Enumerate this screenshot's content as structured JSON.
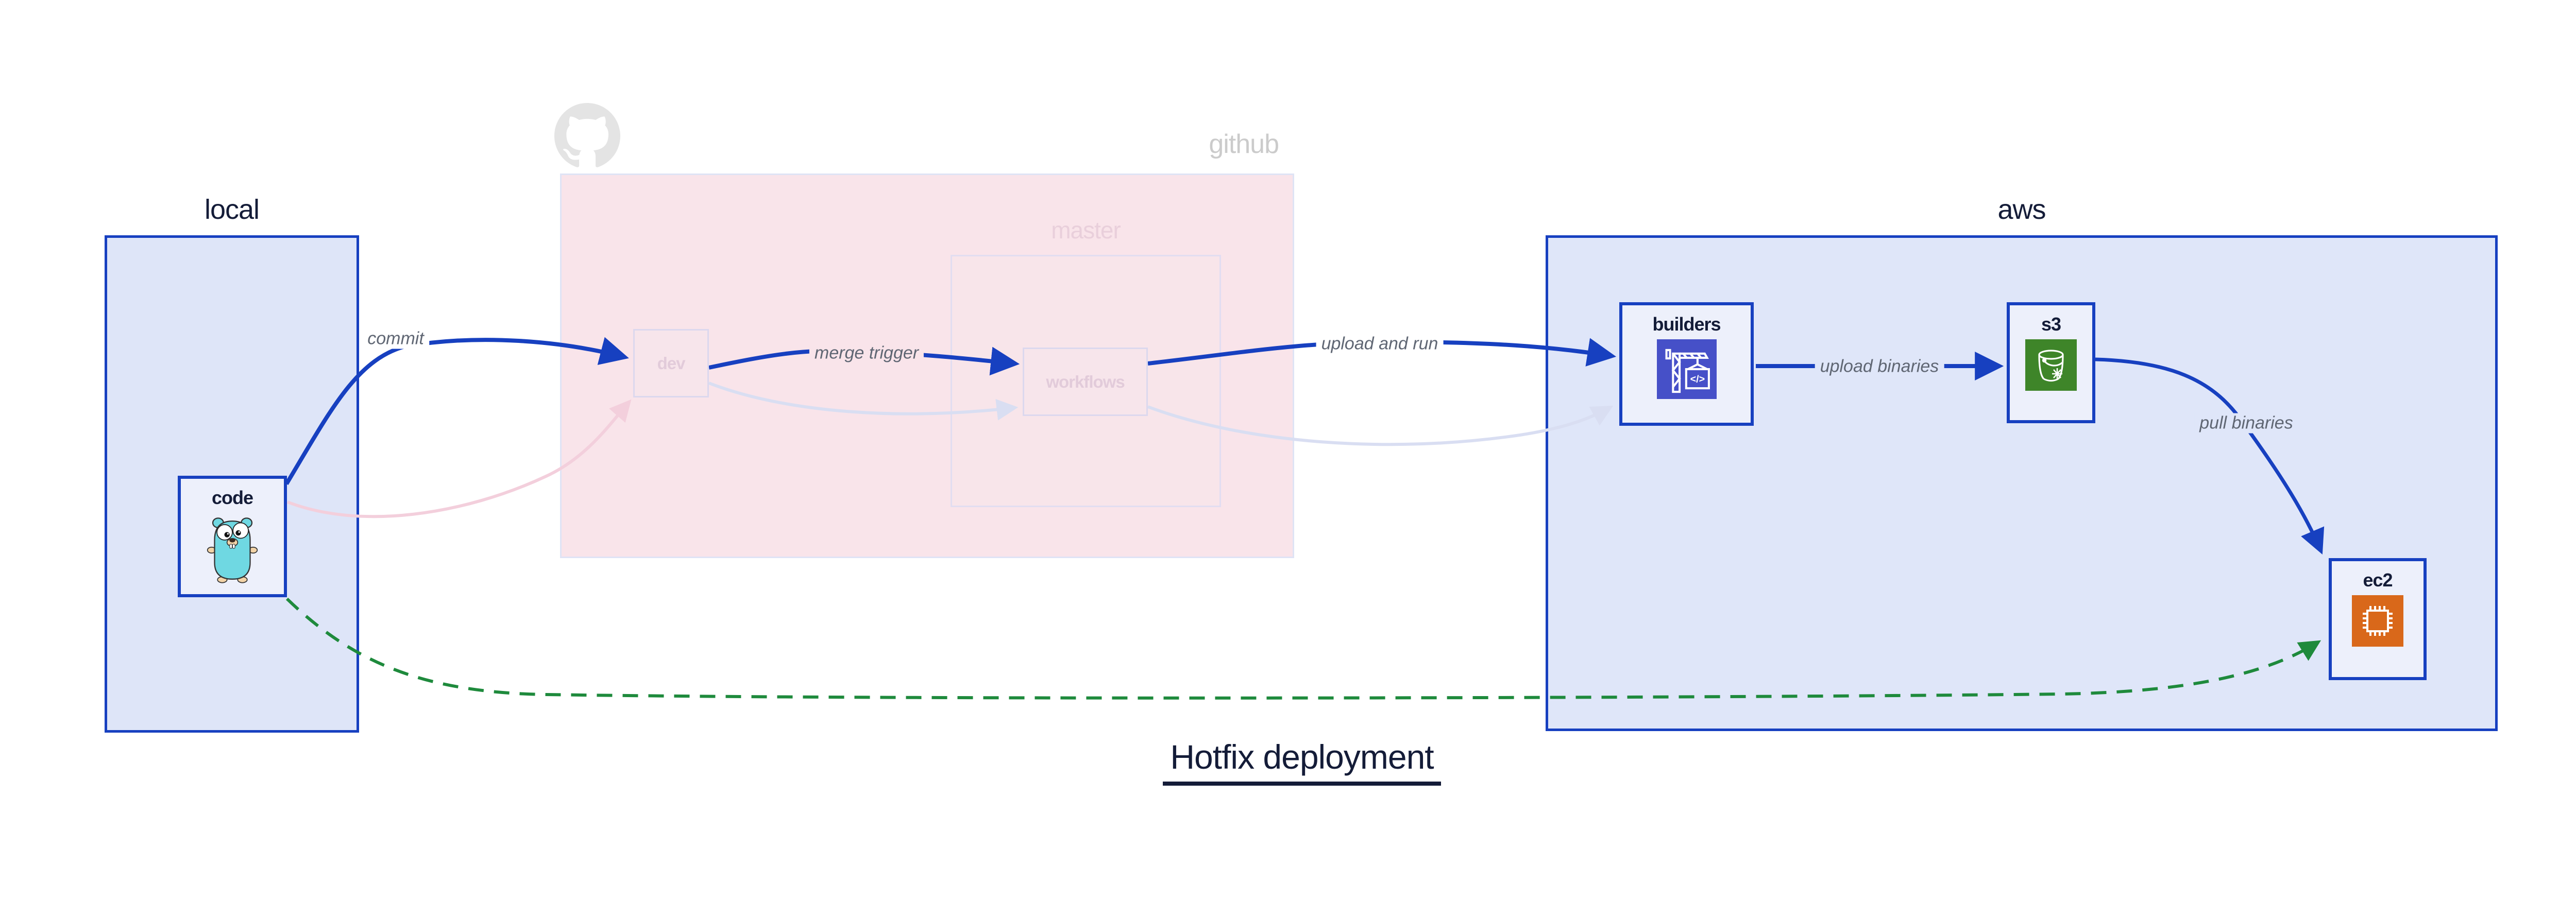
{
  "title": "Hotfix deployment",
  "containers": {
    "local": {
      "label": "local"
    },
    "github": {
      "label": "github",
      "logo_icon": "github-octocat-icon",
      "master": {
        "label": "master"
      }
    },
    "aws": {
      "label": "aws"
    }
  },
  "nodes": {
    "code": {
      "label": "code",
      "icon": "go-gopher-icon"
    },
    "dev": {
      "label": "dev"
    },
    "workflows": {
      "label": "workflows"
    },
    "builders": {
      "label": "builders",
      "icon": "codebuild-crane-icon",
      "glyph": "</>"
    },
    "s3": {
      "label": "s3",
      "icon": "s3-bucket-icon"
    },
    "ec2": {
      "label": "ec2",
      "icon": "ec2-chip-icon"
    }
  },
  "edges": {
    "commit": {
      "label": "commit",
      "from": "code",
      "to": "dev",
      "style": "solid-blue"
    },
    "merge_trigger": {
      "label": "merge trigger",
      "from": "dev",
      "to": "workflows",
      "style": "solid-blue"
    },
    "upload_and_run": {
      "label": "upload and run",
      "from": "workflows",
      "to": "builders",
      "style": "solid-blue"
    },
    "upload_binaries": {
      "label": "upload binaries",
      "from": "builders",
      "to": "s3",
      "style": "solid-blue"
    },
    "pull_binaries": {
      "label": "pull binaries",
      "from": "s3",
      "to": "ec2",
      "style": "solid-blue"
    },
    "hotfix_path": {
      "label": "",
      "from": "code",
      "to": "ec2",
      "style": "dashed-green"
    },
    "faded_code_dev": {
      "label": "",
      "from": "code",
      "to": "dev",
      "style": "faded-pink"
    },
    "faded_dev_workflows": {
      "label": "",
      "from": "dev",
      "to": "workflows",
      "style": "faded-lavender"
    },
    "faded_workflows_builders": {
      "label": "",
      "from": "workflows",
      "to": "builders",
      "style": "faded-lavender"
    }
  },
  "colors": {
    "primary_blue": "#1740c0",
    "dark_navy": "#141c38",
    "green_dashed": "#1e8a3c",
    "gray_edge_label": "#5f6673",
    "local_aws_fill": "#dee5f8",
    "github_fill": "#f9e4ea",
    "node_fill": "#edf0fb",
    "faded_pink_edge": "#f3cfdc",
    "faded_lavender_edge": "#d9def2",
    "codebuild_indigo": "#4650c8",
    "s3_green": "#3e8529",
    "ec2_orange": "#d9681a",
    "octocat_gray": "#e4e4e4",
    "gopher_teal": "#6fd8e2"
  }
}
